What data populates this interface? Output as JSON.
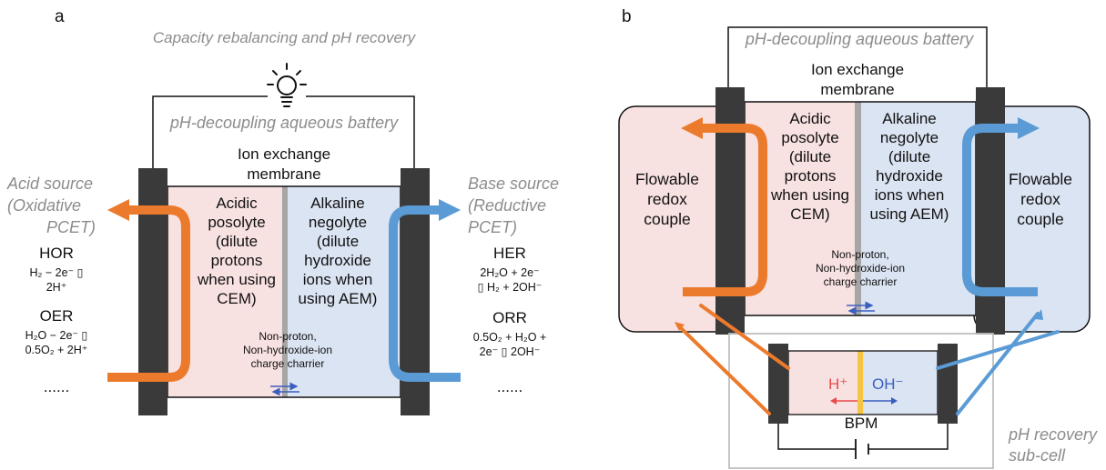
{
  "panel_a": {
    "label": "a",
    "top_caption": "Capacity rebalancing and pH recovery",
    "battery_title": "pH-decoupling aqueous battery",
    "membrane_label": [
      "Ion exchange",
      "membrane"
    ],
    "acid_source": [
      "Acid source",
      "(Oxidative",
      "PCET)"
    ],
    "base_source": [
      "Base source",
      "(Reductive",
      "PCET)"
    ],
    "posolyte": [
      "Acidic",
      "posolyte",
      "(dilute",
      "protons",
      "when using",
      "CEM)"
    ],
    "negolyte": [
      "Alkaline",
      "negolyte",
      "(dilute",
      "hydroxide",
      "ions when",
      "using AEM)"
    ],
    "carrier": [
      "Non-proton,",
      "Non-hydroxide-ion",
      "charge charrier"
    ],
    "left_reactions": {
      "hor": "HOR",
      "hor_eq": [
        "H₂ − 2e⁻ ▯",
        "2H⁺"
      ],
      "oer": "OER",
      "oer_eq": [
        "H₂O − 2e⁻ ▯",
        "0.5O₂ + 2H⁺"
      ],
      "more": "......"
    },
    "right_reactions": {
      "her": "HER",
      "her_eq": [
        "2H₂O + 2e⁻",
        "▯ H₂ + 2OH⁻"
      ],
      "orr": "ORR",
      "orr_eq": [
        "0.5O₂ + H₂O +",
        "2e⁻ ▯ 2OH⁻"
      ],
      "more": "......"
    }
  },
  "panel_b": {
    "label": "b",
    "battery_title": "pH-decoupling aqueous battery",
    "membrane_label": [
      "Ion exchange",
      "membrane"
    ],
    "left_tank": [
      "Flowable",
      "redox",
      "couple"
    ],
    "right_tank": [
      "Flowable",
      "redox",
      "couple"
    ],
    "posolyte": [
      "Acidic",
      "posolyte",
      "(dilute",
      "protons",
      "when using",
      "CEM)"
    ],
    "negolyte": [
      "Alkaline",
      "negolyte",
      "(dilute",
      "hydroxide",
      "ions when",
      "using AEM)"
    ],
    "carrier": [
      "Non-proton,",
      "Non-hydroxide-ion",
      "charge charrier"
    ],
    "bpm": {
      "proton": "H⁺",
      "hydroxide": "OH⁻",
      "label": "BPM"
    },
    "subcell_caption": [
      "pH recovery",
      "sub-cell"
    ]
  },
  "colors": {
    "acid_fill": "#f8e1e1",
    "base_fill": "#dbe4f2",
    "electrode": "#3a3a3a",
    "orange": "#ec7a2c",
    "blue": "#5b9bd5",
    "membrane": "#a6a6a6",
    "bpm_membrane": "#f5c542",
    "caption_gray": "#8c8c8c"
  }
}
